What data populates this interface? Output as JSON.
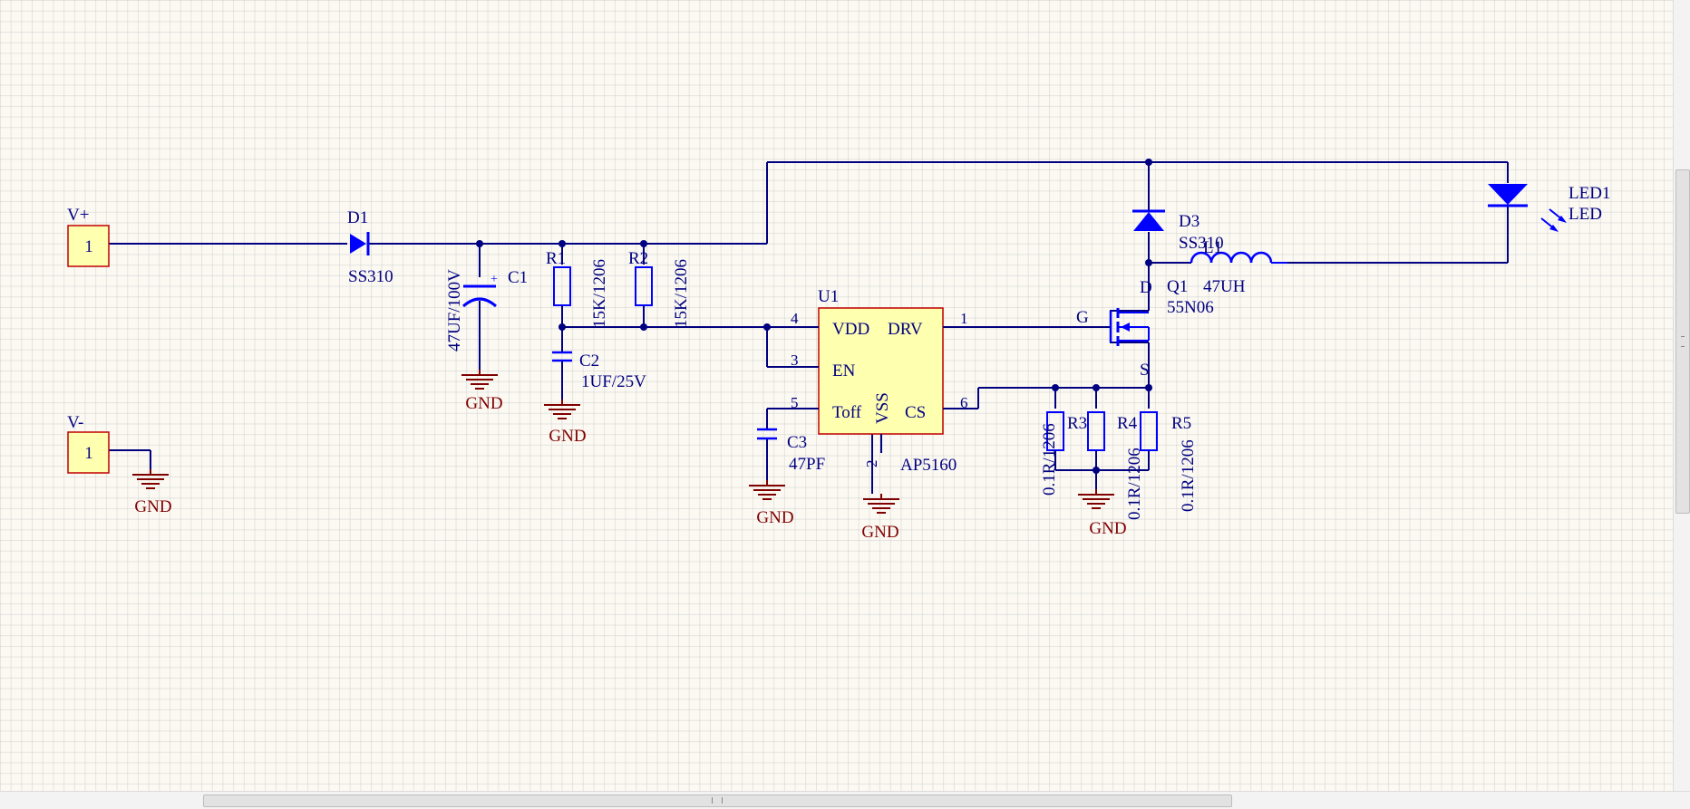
{
  "colors": {
    "wire": "#000080",
    "component": "#0000ff",
    "ground": "#800000",
    "part_fill": "#ffffb0",
    "part_border": "#c00000",
    "background": "#fbf9f2",
    "grid": "#d8d8d8"
  },
  "connectors": {
    "vplus": {
      "name": "V+",
      "pin": "1"
    },
    "vminus": {
      "name": "V-",
      "pin": "1",
      "net": "GND"
    }
  },
  "d1": {
    "ref": "D1",
    "value": "SS310"
  },
  "c1": {
    "ref": "C1",
    "value": "47UF/100V",
    "net": "GND",
    "polarity": "+"
  },
  "r1": {
    "ref": "R1",
    "value": "15K/1206"
  },
  "r2": {
    "ref": "R2",
    "value": "15K/1206"
  },
  "c2": {
    "ref": "C2",
    "value": "1UF/25V",
    "net": "GND"
  },
  "u1": {
    "ref": "U1",
    "value": "AP5160",
    "pins": {
      "vdd": {
        "name": "VDD",
        "number": "4"
      },
      "en": {
        "name": "EN",
        "number": "3"
      },
      "toff": {
        "name": "Toff",
        "number": "5"
      },
      "drv": {
        "name": "DRV",
        "number": "1"
      },
      "cs": {
        "name": "CS",
        "number": "6"
      },
      "vss": {
        "name": "VSS",
        "number": "2"
      }
    },
    "net": "GND"
  },
  "c3": {
    "ref": "C3",
    "value": "47PF",
    "net": "GND"
  },
  "q1": {
    "ref": "Q1",
    "value": "55N06",
    "gate": "G",
    "drain": "D",
    "source": "S"
  },
  "d3": {
    "ref": "D3",
    "value": "SS310"
  },
  "l1": {
    "ref": "L1",
    "value": "47UH"
  },
  "led1": {
    "ref": "LED1",
    "value": "LED"
  },
  "r3": {
    "ref": "R3",
    "value": "0.1R/1206"
  },
  "r4": {
    "ref": "R4",
    "value": "0.1R/1206"
  },
  "r5": {
    "ref": "R5",
    "value": "0.1R/1206"
  },
  "sense_gnd": {
    "net": "GND"
  }
}
